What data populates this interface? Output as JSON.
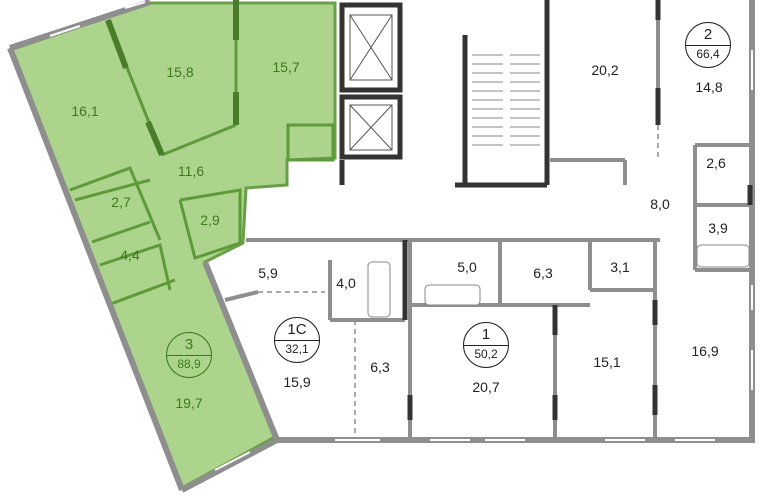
{
  "colors": {
    "selected_apartment_fill": "#acd48c",
    "selected_text": "#3c7a1c",
    "wall": "#8e8e8e",
    "wall_dark": "#333333"
  },
  "apartments": [
    {
      "number": "3",
      "area": "88,9",
      "selected": true,
      "rooms": [
        "16,1",
        "15,8",
        "15,7",
        "11,6",
        "2,7",
        "2,9",
        "4,4",
        "19,7"
      ]
    },
    {
      "number": "1С",
      "area": "32,1",
      "selected": false,
      "rooms": [
        "5,9",
        "4,0",
        "15,9",
        "6,3"
      ]
    },
    {
      "number": "1",
      "area": "50,2",
      "selected": false,
      "rooms": [
        "5,0",
        "6,3",
        "3,1",
        "20,7",
        "15,1"
      ]
    },
    {
      "number": "2",
      "area": "66,4",
      "selected": false,
      "rooms": [
        "20,2",
        "14,8",
        "2,6",
        "8,0",
        "3,9",
        "16,9"
      ]
    }
  ]
}
